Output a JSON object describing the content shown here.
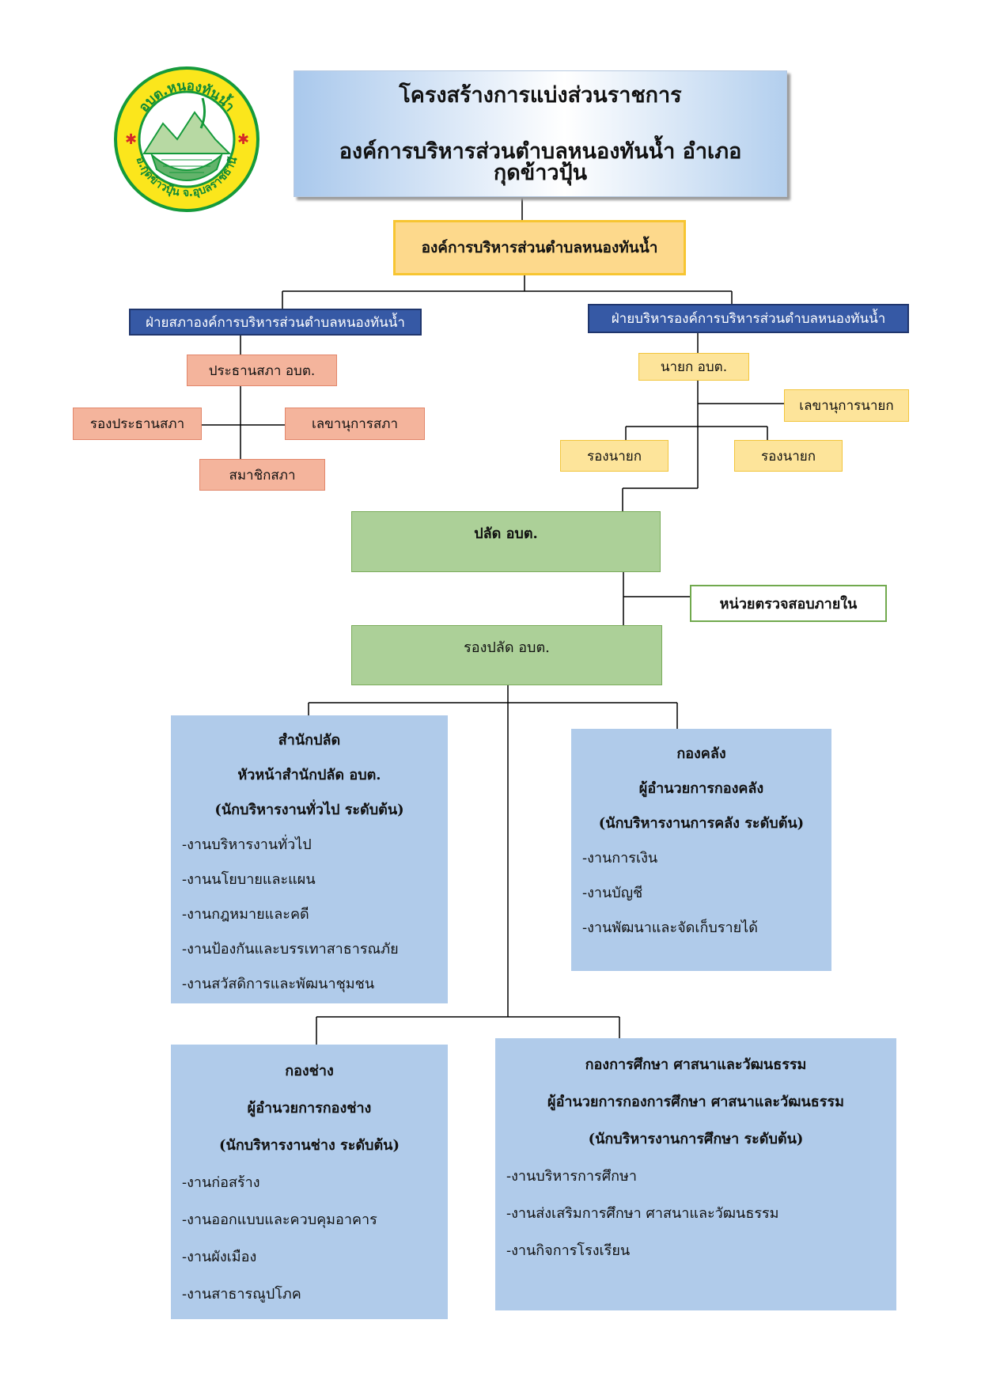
{
  "logo": {
    "top_text": "อบต.หนองทันน้ำ",
    "bottom_text": "อ.กุดข้าวปุ้น จ.อุบลราชธานี",
    "colors": {
      "ring": "#fbe61c",
      "ring_border": "#159a3b",
      "text": "#0f8a36"
    }
  },
  "title": {
    "line1": "โครงสร้างการแบ่งส่วนราชการ",
    "line2": "องค์การบริหารส่วนตำบลหนองทันน้ำ อำเภอกุดข้าวปุ้น"
  },
  "org": {
    "name": "องค์การบริหารส่วนตำบลหนองทันน้ำ"
  },
  "council": {
    "header": "ฝ่ายสภาองค์การบริหารส่วนตำบลหนองทันน้ำ",
    "chair": "ประธานสภา อบต.",
    "vice_chair": "รองประธานสภา",
    "secretary": "เลขานุการสภา",
    "members": "สมาชิกสภา"
  },
  "executive": {
    "header": "ฝ่ายบริหารองค์การบริหารส่วนตำบลหนองทันน้ำ",
    "mayor": "นายก อบต.",
    "secretary": "เลขานุการนายก",
    "deputy_left": "รองนายก",
    "deputy_right": "รองนายก"
  },
  "admin": {
    "palad": "ปลัด อบต.",
    "audit": "หน่วยตรวจสอบภายใน",
    "deputy_palad": "รองปลัด อบต."
  },
  "departments": [
    {
      "heading": [
        "สำนักปลัด",
        "หัวหน้าสำนักปลัด อบต.",
        "(นักบริหารงานทั่วไป ระดับต้น)"
      ],
      "items": [
        "-งานบริหารงานทั่วไป",
        "-งานนโยบายและแผน",
        "-งานกฎหมายและคดี",
        "-งานป้องกันและบรรเทาสาธารณภัย",
        "-งานสวัสดิการและพัฒนาชุมชน"
      ]
    },
    {
      "heading": [
        "กองคลัง",
        "ผู้อำนวยการกองคลัง",
        "(นักบริหารงานการคลัง ระดับต้น)"
      ],
      "items": [
        "-งานการเงิน",
        "-งานบัญชี",
        "-งานพัฒนาและจัดเก็บรายได้"
      ]
    },
    {
      "heading": [
        "กองช่าง",
        "ผู้อำนวยการกองช่าง",
        "(นักบริหารงานช่าง ระดับต้น)"
      ],
      "items": [
        "-งานก่อสร้าง",
        "-งานออกแบบและควบคุมอาคาร",
        "-งานผังเมือง",
        "-งานสาธารณูปโภค"
      ]
    },
    {
      "heading": [
        "กองการศึกษา ศาสนาและวัฒนธรรม",
        "ผู้อำนวยการกองการศึกษา ศาสนาและวัฒนธรรม",
        "(นักบริหารงานการศึกษา ระดับต้น)"
      ],
      "items": [
        "-งานบริหารการศึกษา",
        "-งานส่งเสริมการศึกษา ศาสนาและวัฒนธรรม",
        "-งานกิจการโรงเรียน"
      ]
    }
  ]
}
